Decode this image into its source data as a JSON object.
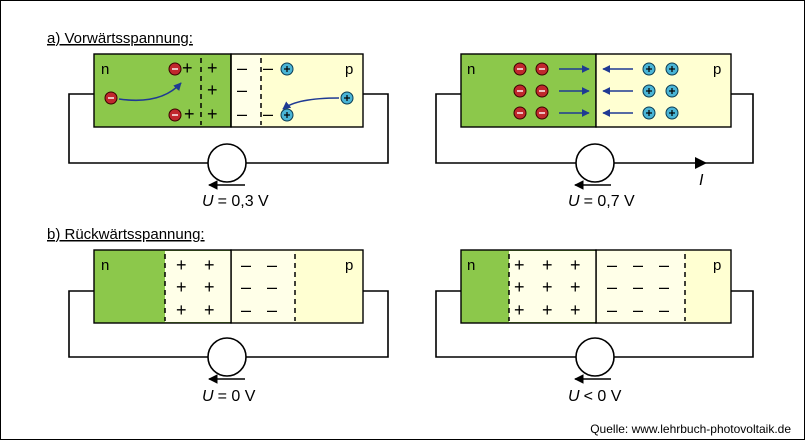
{
  "colors": {
    "n_region": "#8cc84b",
    "p_region": "#ffffd2",
    "p_depletion": "#ffffe8",
    "electron": "#c0282d",
    "hole": "#4ab5d6",
    "arrow": "#1f3a93"
  },
  "forward": {
    "title": "a) Vorwärtsspannung:",
    "left": {
      "n": "n",
      "p": "p",
      "voltage": "= 0,3 V",
      "u": "U"
    },
    "right": {
      "n": "n",
      "p": "p",
      "voltage": "= 0,7 V",
      "u": "U",
      "current": "I"
    }
  },
  "reverse": {
    "title": "b) Rückwärtsspannung:",
    "left": {
      "n": "n",
      "p": "p",
      "voltage": "= 0 V",
      "u": "U"
    },
    "right": {
      "n": "n",
      "p": "p",
      "voltage": "< 0 V",
      "u": "U"
    }
  },
  "signs": {
    "plus": "+",
    "minus": "–"
  },
  "source": "Quelle: www.lehrbuch-photovoltaik.de"
}
